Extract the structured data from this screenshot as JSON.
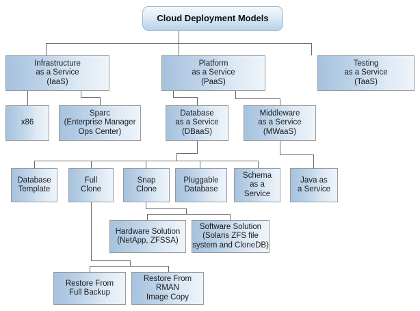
{
  "diagram": {
    "title": "Cloud Deployment Models",
    "type": "tree-hierarchy",
    "colors": {
      "box_fill_dark": "#a6c2dd",
      "box_fill_light": "#eef4fb",
      "box_border": "#9a9a9a",
      "connector": "#6b6b6b",
      "text": "#1a1a1a",
      "background": "#ffffff"
    },
    "nodes": {
      "root": "Cloud Deployment Models",
      "iaas": "Infrastructure\nas a Service\n(IaaS)",
      "paas": "Platform\nas a Service\n(PaaS)",
      "taas": "Testing\nas a Service\n(TaaS)",
      "x86": "x86",
      "sparc": "Sparc\n(Enterprise Manager\nOps Center)",
      "dbaas": "Database\nas a Service\n(DBaaS)",
      "mwaas": "Middleware\nas a Service\n(MWaaS)",
      "database_template": "Database\nTemplate",
      "full_clone": "Full\nClone",
      "snap_clone": "Snap\nClone",
      "pluggable_database": "Pluggable\nDatabase",
      "schema_as_a_service": "Schema\nas a\nService",
      "java_as_a_service": "Java as\na Service",
      "hardware_solution": "Hardware Solution\n(NetApp, ZFSSA)",
      "software_solution": "Software Solution\n(Solaris ZFS file\nsystem and CloneDB)",
      "restore_full_backup": "Restore From\nFull Backup",
      "restore_rman": "Restore From\nRMAN\nImage Copy"
    },
    "edges": [
      {
        "from": "root",
        "to": "iaas"
      },
      {
        "from": "root",
        "to": "paas"
      },
      {
        "from": "root",
        "to": "taas"
      },
      {
        "from": "iaas",
        "to": "x86"
      },
      {
        "from": "iaas",
        "to": "sparc"
      },
      {
        "from": "paas",
        "to": "dbaas"
      },
      {
        "from": "paas",
        "to": "mwaas"
      },
      {
        "from": "dbaas",
        "to": "database_template"
      },
      {
        "from": "dbaas",
        "to": "full_clone"
      },
      {
        "from": "dbaas",
        "to": "snap_clone"
      },
      {
        "from": "dbaas",
        "to": "pluggable_database"
      },
      {
        "from": "dbaas",
        "to": "schema_as_a_service"
      },
      {
        "from": "mwaas",
        "to": "java_as_a_service"
      },
      {
        "from": "snap_clone",
        "to": "hardware_solution"
      },
      {
        "from": "snap_clone",
        "to": "software_solution"
      },
      {
        "from": "full_clone",
        "to": "restore_full_backup"
      },
      {
        "from": "full_clone",
        "to": "restore_rman"
      }
    ]
  }
}
